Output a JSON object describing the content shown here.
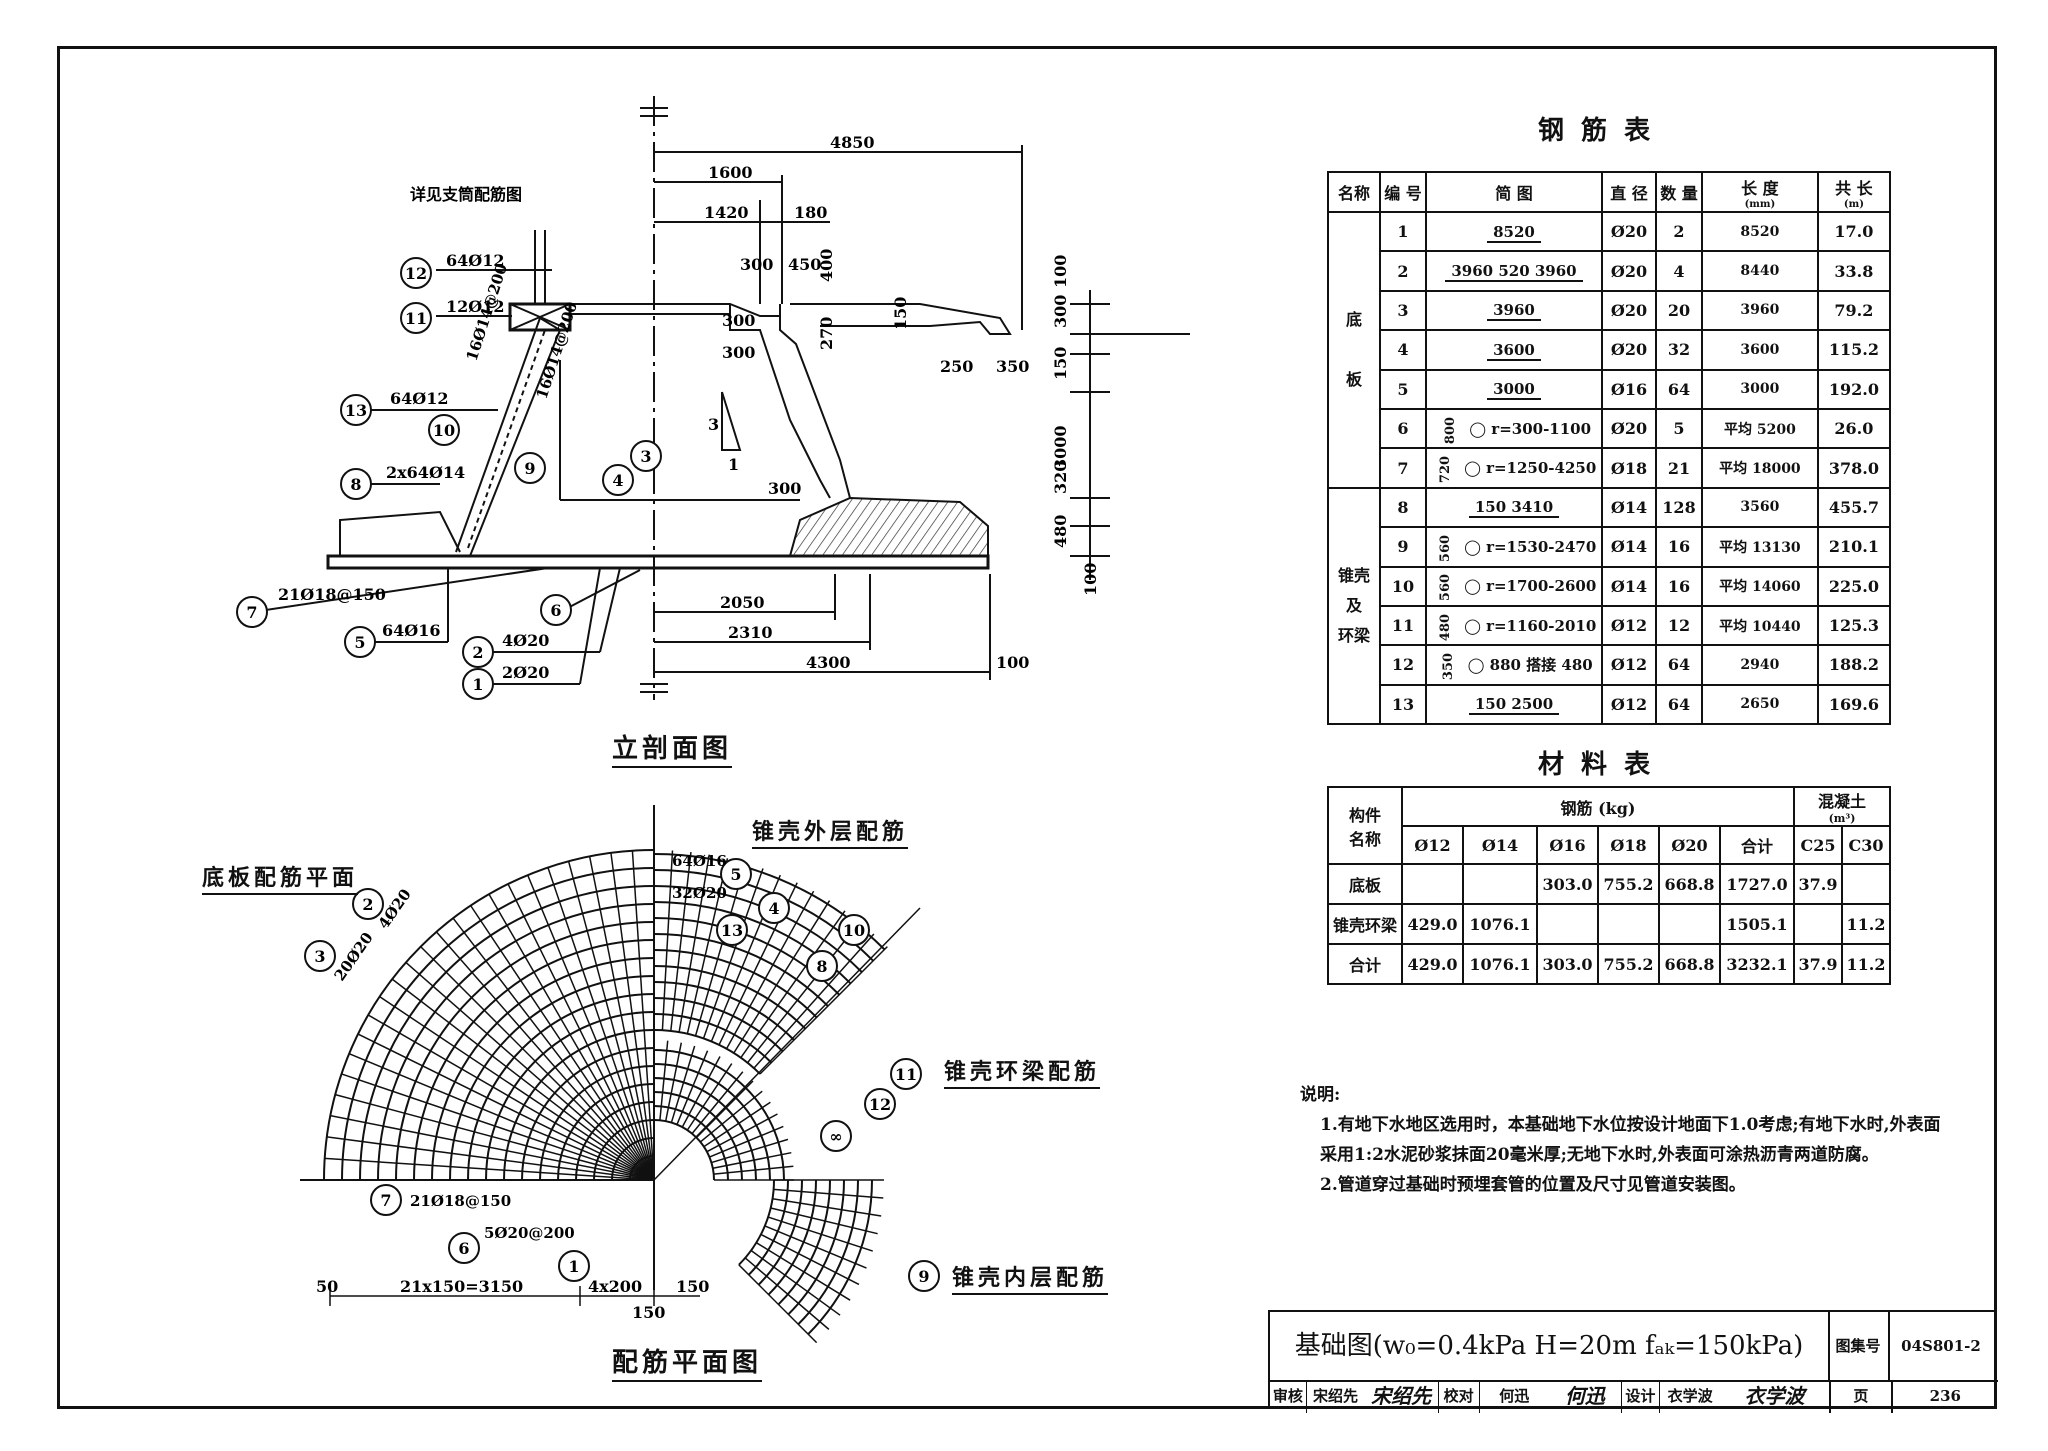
{
  "elevation": {
    "title": "立剖面图",
    "see_note": "详见支筒配筋图",
    "dims": [
      "4850",
      "1600",
      "1420",
      "180",
      "300",
      "450",
      "400",
      "300",
      "300",
      "150",
      "270",
      "250",
      "350",
      "100",
      "300",
      "150",
      "3000",
      "300",
      "320",
      "480",
      "100",
      "2050",
      "2310",
      "4300",
      "100"
    ],
    "slope": "3",
    "slope2": "1",
    "callouts": [
      {
        "n": "12",
        "t": "64Ø12"
      },
      {
        "n": "11",
        "t": "12Ø12"
      },
      {
        "n": "13",
        "t": "64Ø12"
      },
      {
        "n": "8",
        "t": "2x64Ø14"
      },
      {
        "n": "10",
        "t": "16Ø14@200"
      },
      {
        "n": "9",
        "t": "16Ø14@200"
      },
      {
        "n": "4",
        "t": ""
      },
      {
        "n": "3",
        "t": ""
      },
      {
        "n": "7",
        "t": "21Ø18@150"
      },
      {
        "n": "6",
        "t": ""
      },
      {
        "n": "5",
        "t": "64Ø16"
      },
      {
        "n": "2",
        "t": "4Ø20"
      },
      {
        "n": "1",
        "t": "2Ø20"
      }
    ]
  },
  "plan": {
    "title": "配筋平面图",
    "bottom_label": "底板配筋平面",
    "outer_label": "锥壳外层配筋",
    "ring_label": "锥壳环梁配筋",
    "inner_label": "锥壳内层配筋",
    "callouts": [
      {
        "n": "2",
        "t": "4Ø20"
      },
      {
        "n": "3",
        "t": "20Ø20"
      },
      {
        "n": "5",
        "t": "64Ø16"
      },
      {
        "n": "4",
        "t": "32Ø20"
      },
      {
        "n": "13",
        "t": ""
      },
      {
        "n": "10",
        "t": ""
      },
      {
        "n": "8",
        "t": ""
      },
      {
        "n": "11",
        "t": ""
      },
      {
        "n": "12",
        "t": ""
      },
      {
        "n": "7",
        "t": "21Ø18@150"
      },
      {
        "n": "6",
        "t": "5Ø20@200"
      },
      {
        "n": "1",
        "t": ""
      },
      {
        "n": "9",
        "t": ""
      },
      {
        "n": "∞",
        "t": ""
      }
    ],
    "dims": [
      "50",
      "21x150=3150",
      "4x200",
      "150",
      "150"
    ]
  },
  "rebar_table": {
    "title": "钢 筋 表",
    "headers": [
      "名称",
      "编 号",
      "简 图",
      "直 径",
      "数 量",
      "长 度",
      "(mm)",
      "共 长",
      "(m)"
    ],
    "groups": [
      "底\n\n板",
      "锥壳\n及\n环梁"
    ],
    "rows": [
      {
        "no": "1",
        "sketch": "8520",
        "dia": "Ø20",
        "qty": "2",
        "len": "8520",
        "total": "17.0"
      },
      {
        "no": "2",
        "sketch": "3960   520   3960",
        "dia": "Ø20",
        "qty": "4",
        "len": "8440",
        "total": "33.8"
      },
      {
        "no": "3",
        "sketch": "3960",
        "dia": "Ø20",
        "qty": "20",
        "len": "3960",
        "total": "79.2"
      },
      {
        "no": "4",
        "sketch": "3600",
        "dia": "Ø20",
        "qty": "32",
        "len": "3600",
        "total": "115.2"
      },
      {
        "no": "5",
        "sketch": "3000",
        "dia": "Ø16",
        "qty": "64",
        "len": "3000",
        "total": "192.0"
      },
      {
        "no": "6",
        "sketch": "r=300-1100",
        "pre": "800",
        "dia": "Ø20",
        "qty": "5",
        "len": "平均 5200",
        "total": "26.0"
      },
      {
        "no": "7",
        "sketch": "r=1250-4250",
        "pre": "720",
        "dia": "Ø18",
        "qty": "21",
        "len": "平均 18000",
        "total": "378.0"
      },
      {
        "no": "8",
        "sketch": "150  3410",
        "dia": "Ø14",
        "qty": "128",
        "len": "3560",
        "total": "455.7"
      },
      {
        "no": "9",
        "sketch": "r=1530-2470",
        "pre": "560",
        "dia": "Ø14",
        "qty": "16",
        "len": "平均 13130",
        "total": "210.1"
      },
      {
        "no": "10",
        "sketch": "r=1700-2600",
        "pre": "560",
        "dia": "Ø14",
        "qty": "16",
        "len": "平均 14060",
        "total": "225.0"
      },
      {
        "no": "11",
        "sketch": "r=1160-2010",
        "pre": "480",
        "dia": "Ø12",
        "qty": "12",
        "len": "平均 10440",
        "total": "125.3"
      },
      {
        "no": "12",
        "sketch": "880  搭接 480",
        "pre": "350",
        "dia": "Ø12",
        "qty": "64",
        "len": "2940",
        "total": "188.2"
      },
      {
        "no": "13",
        "sketch": "150  2500",
        "dia": "Ø12",
        "qty": "64",
        "len": "2650",
        "total": "169.6"
      }
    ]
  },
  "material_table": {
    "title": "材 料 表",
    "h_member": "构件",
    "h_member2": "名称",
    "h_steel": "钢筋    (kg)",
    "h_concrete": "混凝土",
    "h_concrete_unit": "(m³)",
    "cols": [
      "Ø12",
      "Ø14",
      "Ø16",
      "Ø18",
      "Ø20",
      "合计",
      "C25",
      "C30"
    ],
    "rows": [
      {
        "name": "底板",
        "vals": [
          "",
          "",
          "303.0",
          "755.2",
          "668.8",
          "1727.0",
          "37.9",
          ""
        ]
      },
      {
        "name": "锥壳环梁",
        "vals": [
          "429.0",
          "1076.1",
          "",
          "",
          "",
          "1505.1",
          "",
          "11.2"
        ]
      },
      {
        "name": "合计",
        "vals": [
          "429.0",
          "1076.1",
          "303.0",
          "755.2",
          "668.8",
          "3232.1",
          "37.9",
          "11.2"
        ]
      }
    ]
  },
  "notes": {
    "head": "说明:",
    "lines": [
      "1.有地下水地区选用时，本基础地下水位按设计地面下1.0考虑;有地下水时,外表面",
      "   采用1:2水泥砂浆抹面20毫米厚;无地下水时,外表面可涂热沥青两道防腐。",
      "2.管道穿过基础时预埋套管的位置及尺寸见管道安装图。"
    ]
  },
  "title_block": {
    "drawing_title": "基础图(w₀=0.4kPa  H=20m  fₐₖ=150kPa)",
    "atlas_label": "图集号",
    "atlas_no": "04S801-2",
    "review": "审核",
    "review_name": "宋绍先",
    "review_sig": "宋绍先",
    "check": "校对",
    "check_name": "何迅",
    "check_sig": "何迅",
    "design": "设计",
    "design_name": "衣学波",
    "design_sig": "衣学波",
    "page_label": "页",
    "page_no": "236"
  }
}
